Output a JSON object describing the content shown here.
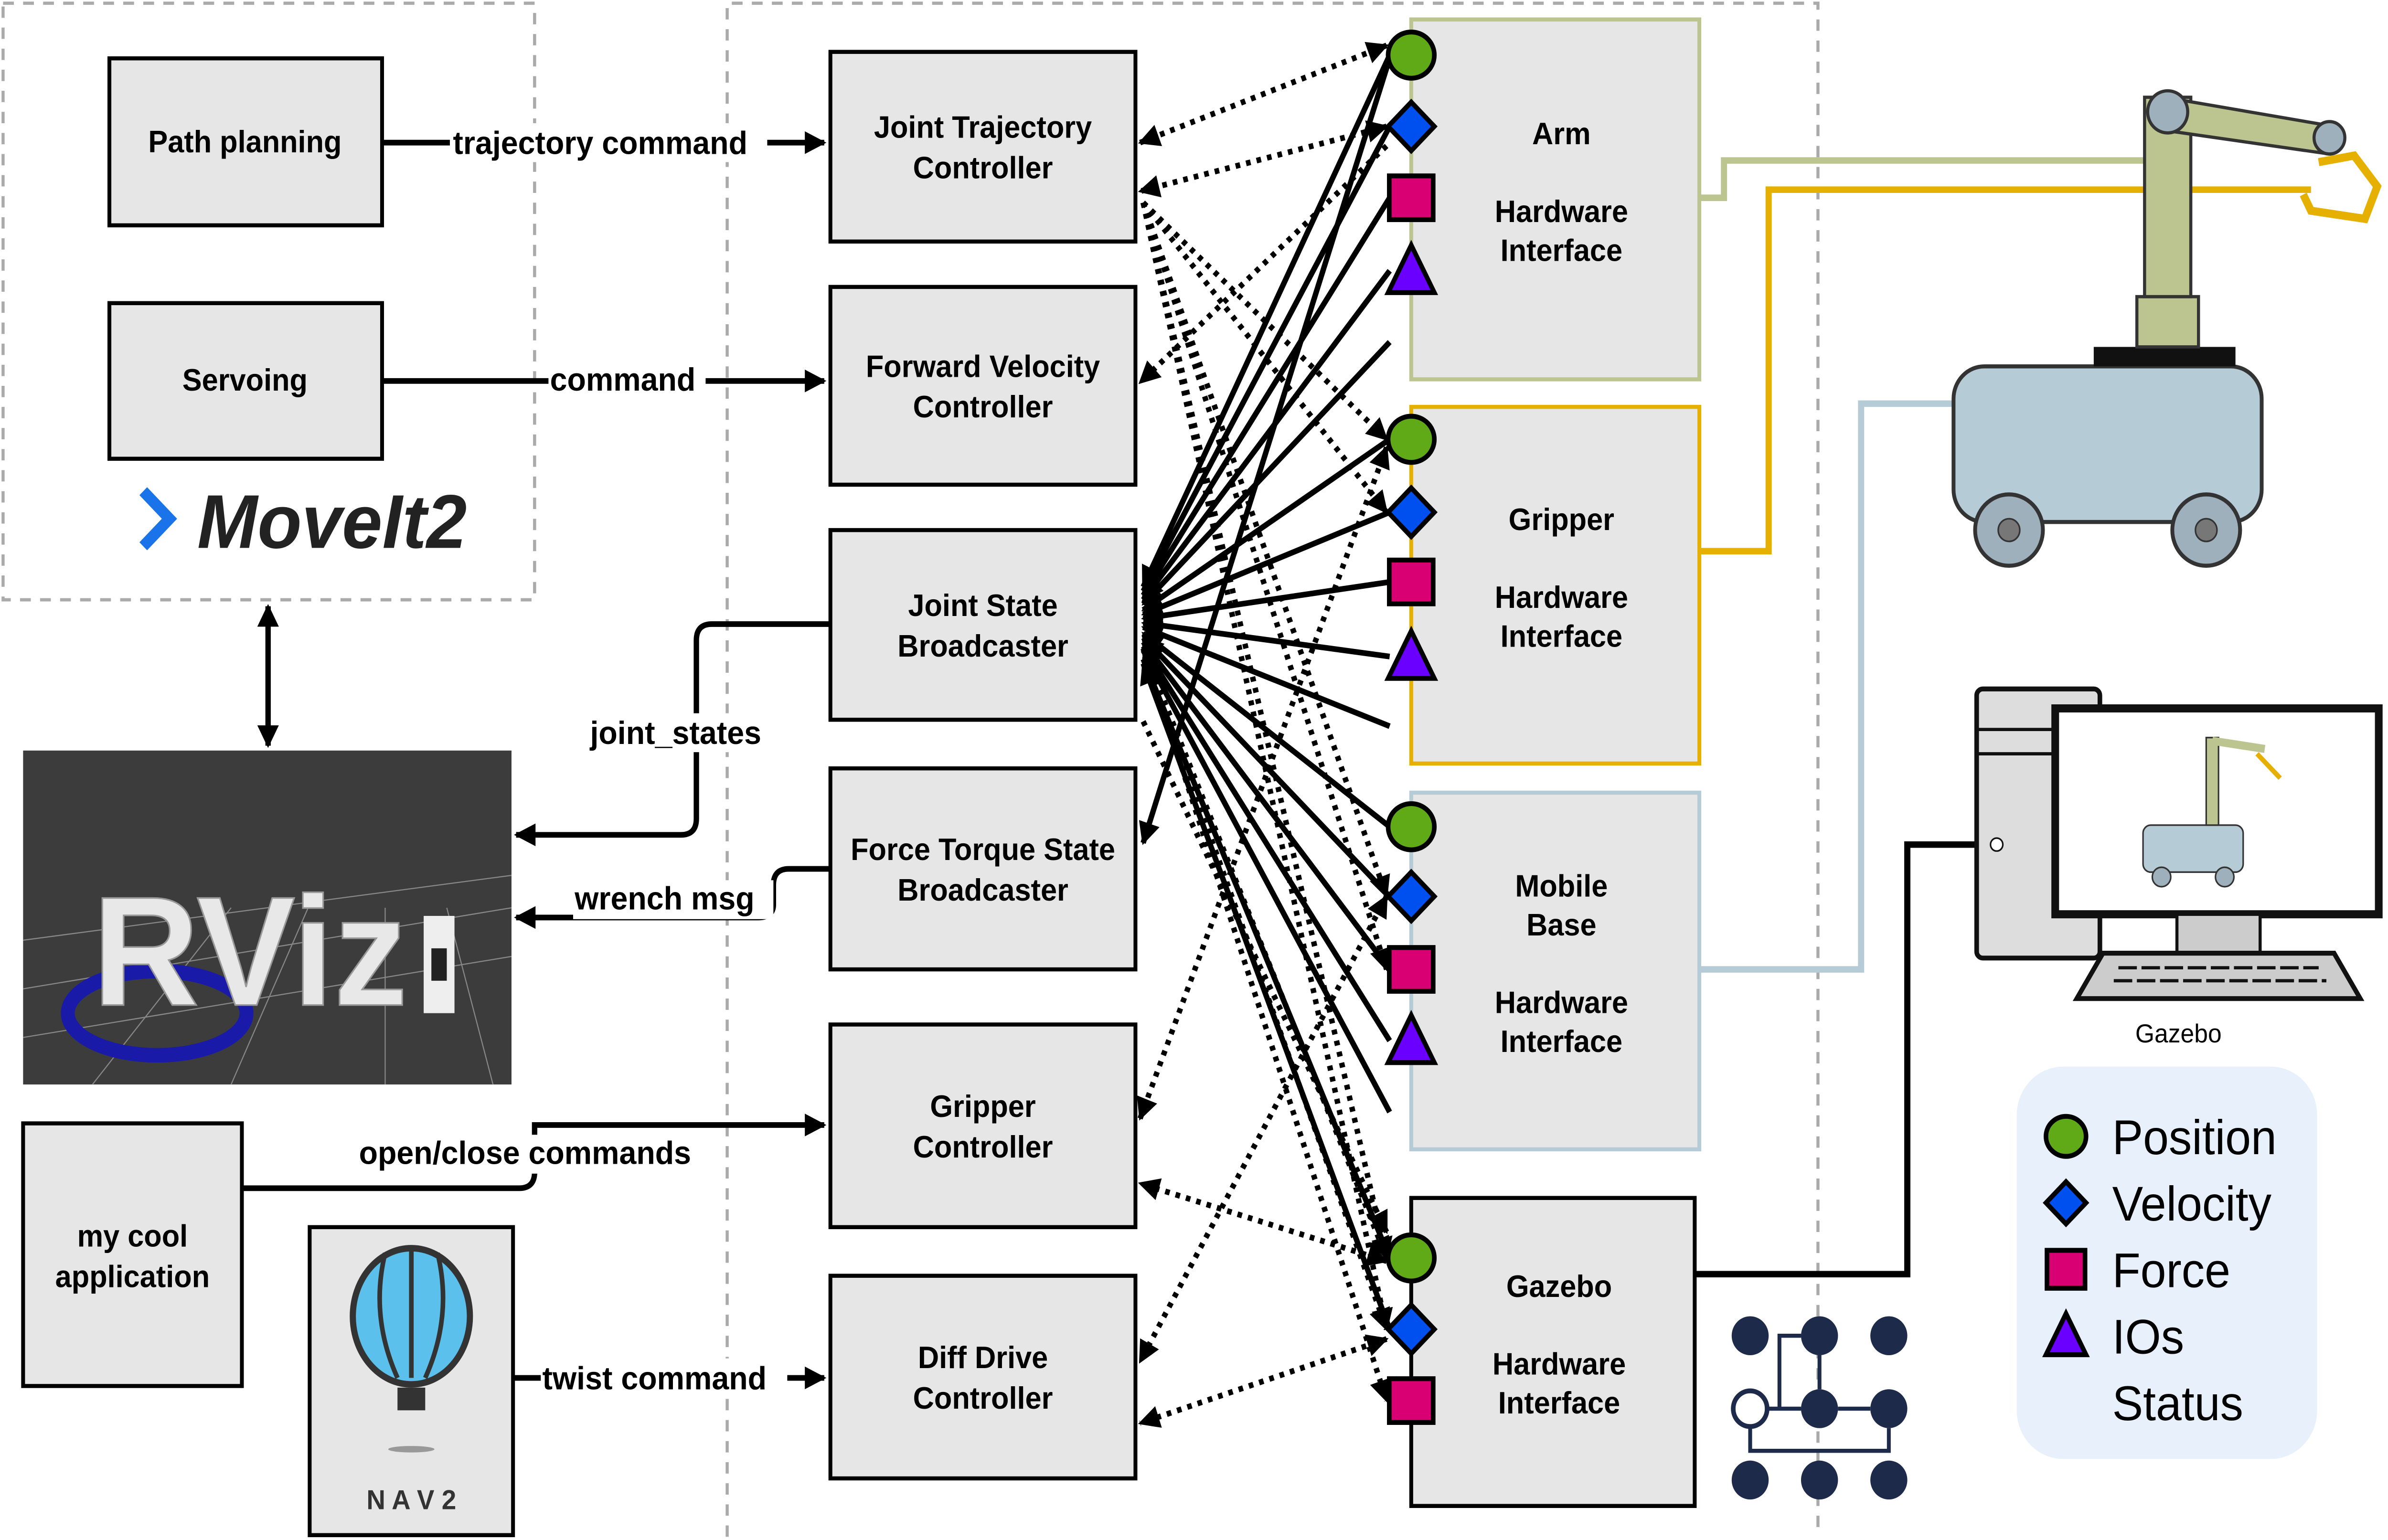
{
  "moveit": {
    "path_planning": "Path planning",
    "servoing": "Servoing",
    "logo_text": "MoveIt2"
  },
  "edges": {
    "trajectory_command": "trajectory command",
    "command": "command",
    "joint_states": "joint_states",
    "wrench_msg": "wrench msg",
    "open_close_commands": "open/close commands",
    "twist_command": "twist command"
  },
  "apps": {
    "rviz_logo": "RViz",
    "my_app": [
      "my cool",
      "application"
    ],
    "nav2_logo": "N A V 2"
  },
  "controllers": [
    {
      "lines": [
        "Joint Trajectory",
        "Controller"
      ]
    },
    {
      "lines": [
        "Forward Velocity",
        "Controller"
      ]
    },
    {
      "lines": [
        "Joint State",
        "Broadcaster"
      ]
    },
    {
      "lines": [
        "Force Torque State",
        "Broadcaster"
      ]
    },
    {
      "lines": [
        "Gripper",
        "Controller"
      ]
    },
    {
      "lines": [
        "Diff Drive",
        "Controller"
      ]
    }
  ],
  "hardware": [
    {
      "lines": [
        "Arm",
        "",
        "Hardware",
        "Interface"
      ],
      "color": "#bcc48f"
    },
    {
      "lines": [
        "Gripper",
        "",
        "Hardware",
        "Interface"
      ],
      "color": "#e6b000"
    },
    {
      "lines": [
        "Mobile",
        "Base",
        "",
        "Hardware",
        "Interface"
      ],
      "color": "#b5cbd6"
    },
    {
      "lines": [
        "Gazebo",
        "",
        "Hardware",
        "Interface"
      ],
      "color": "#000000"
    }
  ],
  "gazebo_label": "Gazebo",
  "legend": {
    "items": [
      {
        "label": "Position",
        "icon": "circle",
        "color": "#60a917"
      },
      {
        "label": "Velocity",
        "icon": "diamond",
        "color": "#0050ef"
      },
      {
        "label": "Force",
        "icon": "square",
        "color": "#d80073"
      },
      {
        "label": "IOs",
        "icon": "triangle",
        "color": "#6a00ff"
      },
      {
        "label": "Status",
        "icon": "wave",
        "color": "#a20025"
      }
    ],
    "background": "#e8f0fb"
  }
}
